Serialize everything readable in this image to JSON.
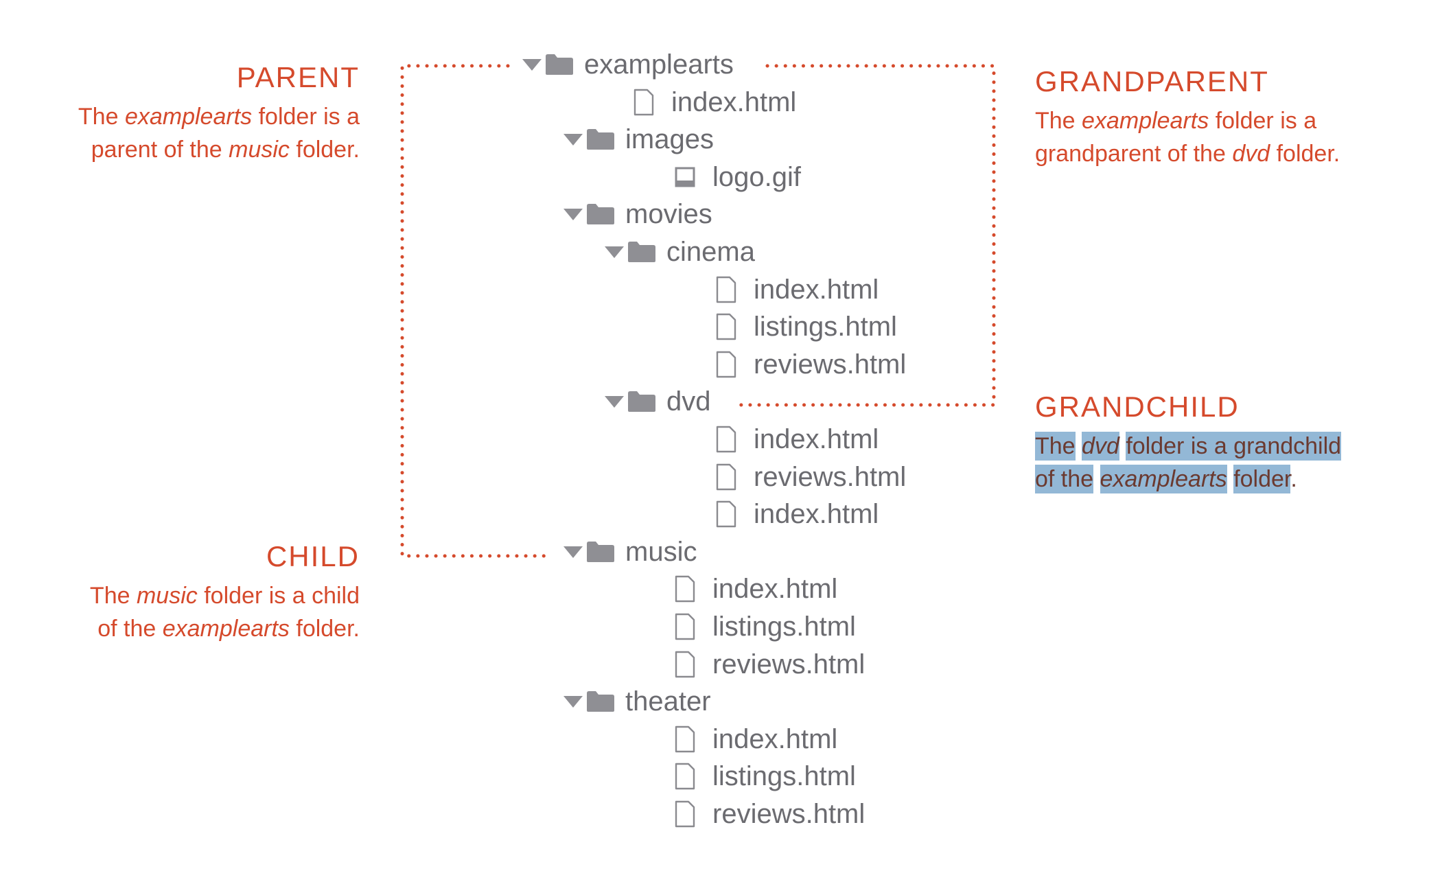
{
  "tree": [
    {
      "depth": 0,
      "kind": "folder",
      "label": "examplearts"
    },
    {
      "depth": 1,
      "kind": "file",
      "label": "index.html"
    },
    {
      "depth": 1,
      "kind": "folder",
      "label": "images"
    },
    {
      "depth": 2,
      "kind": "image",
      "label": "logo.gif"
    },
    {
      "depth": 1,
      "kind": "folder",
      "label": "movies"
    },
    {
      "depth": 2,
      "kind": "folder",
      "label": "cinema"
    },
    {
      "depth": 3,
      "kind": "file",
      "label": "index.html"
    },
    {
      "depth": 3,
      "kind": "file",
      "label": "listings.html"
    },
    {
      "depth": 3,
      "kind": "file",
      "label": "reviews.html"
    },
    {
      "depth": 2,
      "kind": "folder",
      "label": "dvd"
    },
    {
      "depth": 3,
      "kind": "file",
      "label": "index.html"
    },
    {
      "depth": 3,
      "kind": "file",
      "label": "reviews.html"
    },
    {
      "depth": 3,
      "kind": "file",
      "label": "index.html"
    },
    {
      "depth": 1,
      "kind": "folder",
      "label": "music"
    },
    {
      "depth": 2,
      "kind": "file",
      "label": "index.html"
    },
    {
      "depth": 2,
      "kind": "file",
      "label": "listings.html"
    },
    {
      "depth": 2,
      "kind": "file",
      "label": "reviews.html"
    },
    {
      "depth": 1,
      "kind": "folder",
      "label": "theater"
    },
    {
      "depth": 2,
      "kind": "file",
      "label": "index.html"
    },
    {
      "depth": 2,
      "kind": "file",
      "label": "listings.html"
    },
    {
      "depth": 2,
      "kind": "file",
      "label": "reviews.html"
    }
  ],
  "notes": {
    "parent": {
      "title": "PARENT",
      "line1": {
        "a": "The ",
        "b": "examplearts",
        "c": " folder is a"
      },
      "line2": {
        "a": "parent of the ",
        "b": "music",
        "c": " folder."
      }
    },
    "child": {
      "title": "CHILD",
      "line1": {
        "a": "The ",
        "b": "music",
        "c": " folder is a child"
      },
      "line2": {
        "a": "of the ",
        "b": "examplearts",
        "c": " folder."
      }
    },
    "grandparent": {
      "title": "GRANDPARENT",
      "line1": {
        "a": "The ",
        "b": "examplearts",
        "c": " folder is a"
      },
      "line2": {
        "a": "grandparent of the ",
        "b": "dvd",
        "c": " folder."
      }
    },
    "grandchild": {
      "title": "GRANDCHILD",
      "line1": {
        "a": "The",
        "b": "dvd",
        "c": "folder is a grandchild"
      },
      "line2": {
        "a": "of the",
        "b": "examplearts",
        "c": "folder",
        "d": "."
      }
    }
  },
  "colors": {
    "accent": "#d54a2c",
    "tree_text": "#6b6b70",
    "folder_icon": "#8f8f94",
    "highlight": "#93b8d6"
  },
  "icons": {
    "folder": "folder-icon",
    "file": "file-icon",
    "image": "image-file-icon",
    "expand": "chevron-down-icon"
  }
}
